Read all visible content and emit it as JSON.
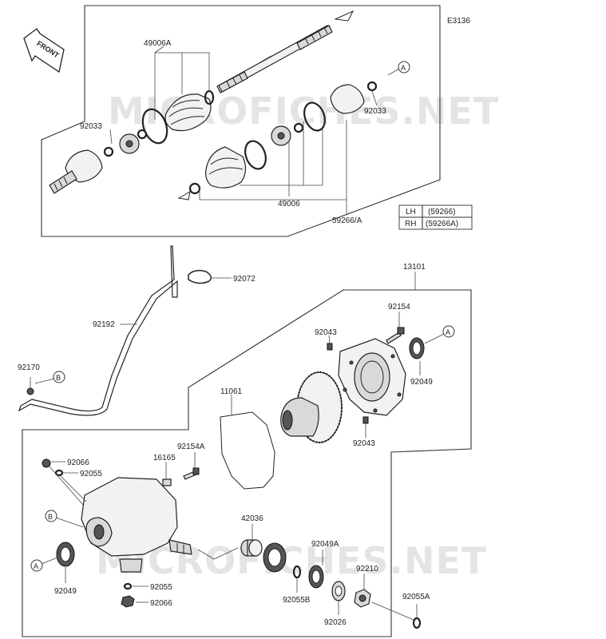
{
  "diagram_code": "E3136",
  "front_label": "FRONT",
  "watermark": "MICROFICHES.NET",
  "legend": {
    "rows": [
      {
        "side": "LH",
        "part": "(59266)"
      },
      {
        "side": "RH",
        "part": "(59266A)"
      }
    ]
  },
  "callouts": {
    "a": "A",
    "b": "B"
  },
  "parts": {
    "p49006A": "49006A",
    "p92033_left": "92033",
    "p92033_right": "92033",
    "p49006": "49006",
    "p59266A": "59266/A",
    "p92072": "92072",
    "p13101": "13101",
    "p92192": "92192",
    "p92154": "92154",
    "p92043_top": "92043",
    "p92049_top": "92049",
    "p92170": "92170",
    "p11061": "11061",
    "p92043_mid": "92043",
    "p92154A": "92154A",
    "p16165": "16165",
    "p92066_top": "92066",
    "p92055_top": "92055",
    "p42036": "42036",
    "p92049A": "92049A",
    "p92210": "92210",
    "p92049_bottom": "92049",
    "p92055_bottom": "92055",
    "p92055B": "92055B",
    "p92055A": "92055A",
    "p92066_bottom": "92066",
    "p92026": "92026"
  }
}
